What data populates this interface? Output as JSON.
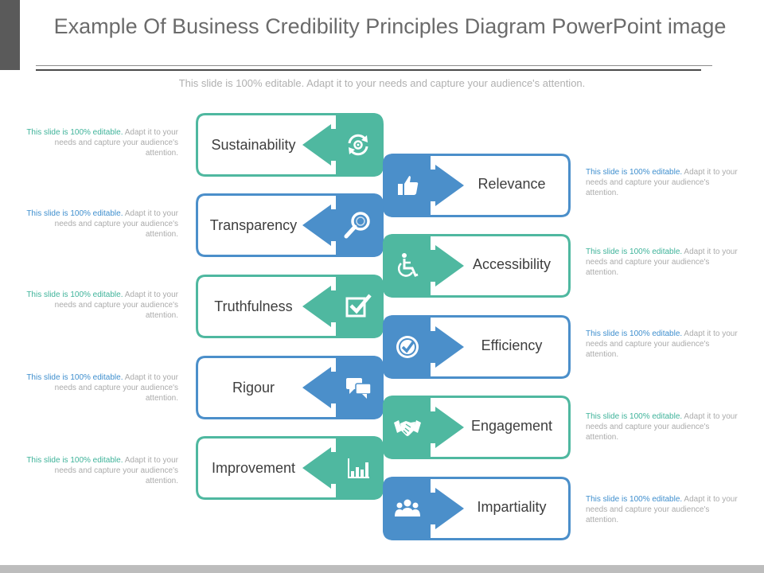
{
  "title": "Example Of Business Credibility Principles Diagram PowerPoint image",
  "subtitle": "This slide is 100% editable. Adapt it to your needs and capture your audience's attention.",
  "note_highlight": "This slide is 100% editable.",
  "note_body": "Adapt it to your needs and capture your audience's attention.",
  "colors": {
    "teal": "#4fb8a0",
    "blue": "#4b8fca",
    "text": "#3e3e3e"
  },
  "left_items": [
    {
      "label": "Sustainability",
      "icon": "recycle-icon",
      "color": "teal"
    },
    {
      "label": "Transparency",
      "icon": "magnifier-icon",
      "color": "blue"
    },
    {
      "label": "Truthfulness",
      "icon": "checkbox-icon",
      "color": "teal"
    },
    {
      "label": "Rigour",
      "icon": "chat-bubbles-icon",
      "color": "blue"
    },
    {
      "label": "Improvement",
      "icon": "bar-chart-icon",
      "color": "teal"
    }
  ],
  "right_items": [
    {
      "label": "Relevance",
      "icon": "thumbs-up-icon",
      "color": "blue"
    },
    {
      "label": "Accessibility",
      "icon": "wheelchair-icon",
      "color": "teal"
    },
    {
      "label": "Efficiency",
      "icon": "check-circle-icon",
      "color": "blue"
    },
    {
      "label": "Engagement",
      "icon": "handshake-icon",
      "color": "teal"
    },
    {
      "label": "Impartiality",
      "icon": "group-icon",
      "color": "blue"
    }
  ]
}
